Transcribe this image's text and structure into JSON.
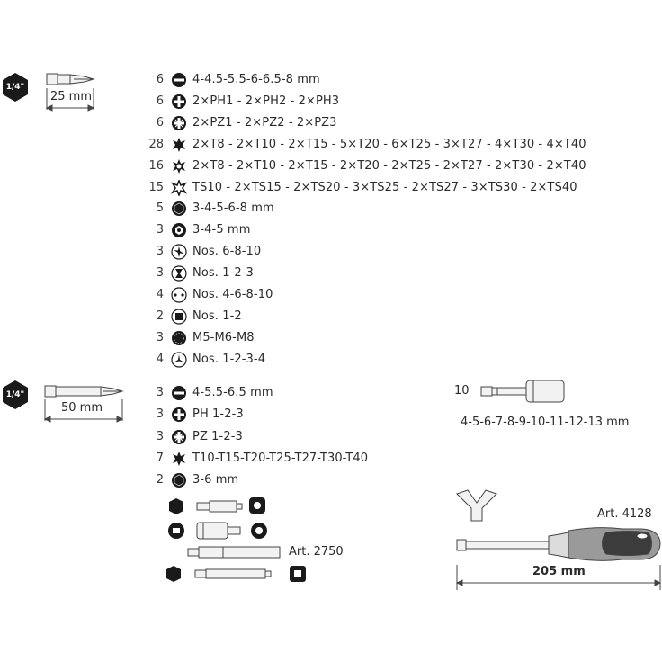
{
  "set1": {
    "drive_label": "1/4\"",
    "length_label": "25 mm",
    "rows": [
      {
        "count": "6",
        "icon": "slotted-icon",
        "desc": "4-4.5-5.5-6-6.5-8 mm"
      },
      {
        "count": "6",
        "icon": "phillips-icon",
        "desc": "2×PH1 - 2×PH2 - 2×PH3"
      },
      {
        "count": "6",
        "icon": "pozidriv-icon",
        "desc": "2×PZ1 - 2×PZ2 - 2×PZ3"
      },
      {
        "count": "28",
        "icon": "torx-icon",
        "desc": "2×T8 - 2×T10 - 2×T15 - 5×T20 - 6×T25 - 3×T27 - 4×T30 - 4×T40"
      },
      {
        "count": "16",
        "icon": "torx-tamper-icon",
        "desc": "2×T8 - 2×T10 - 2×T15 - 2×T20 - 2×T25 - 2×T27 - 2×T30 - 2×T40"
      },
      {
        "count": "15",
        "icon": "torx-plus-icon",
        "desc": "TS10 - 2×TS15 - 2×TS20 - 3×TS25 - 2×TS27 - 3×TS30 - 2×TS40"
      },
      {
        "count": "5",
        "icon": "hex-icon",
        "desc": "3-4-5-6-8 mm"
      },
      {
        "count": "3",
        "icon": "hex-tamper-icon",
        "desc": "3-4-5 mm"
      },
      {
        "count": "3",
        "icon": "clutch-icon",
        "desc": "Nos. 6-8-10"
      },
      {
        "count": "3",
        "icon": "tri-wing-bowtie-icon",
        "desc": "Nos. 1-2-3"
      },
      {
        "count": "4",
        "icon": "spanner-icon",
        "desc": "Nos. 4-6-8-10"
      },
      {
        "count": "2",
        "icon": "square-icon",
        "desc": "Nos. 1-2"
      },
      {
        "count": "3",
        "icon": "xzn-icon",
        "desc": "M5-M6-M8"
      },
      {
        "count": "4",
        "icon": "tri-wing-icon",
        "desc": "Nos. 1-2-3-4"
      }
    ]
  },
  "set2": {
    "drive_label": "1/4\"",
    "length_label": "50 mm",
    "rows": [
      {
        "count": "3",
        "icon": "slotted-icon",
        "desc": "4-5.5-6.5 mm"
      },
      {
        "count": "3",
        "icon": "phillips-icon",
        "desc": "PH 1-2-3"
      },
      {
        "count": "3",
        "icon": "pozidriv-icon",
        "desc": "PZ 1-2-3"
      },
      {
        "count": "7",
        "icon": "torx-icon",
        "desc": "T10-T15-T20-T25-T27-T30-T40"
      },
      {
        "count": "2",
        "icon": "hex-icon",
        "desc": "3-6 mm"
      }
    ]
  },
  "accessories": {
    "art_label": "Art. 2750"
  },
  "nut_setters": {
    "count": "10",
    "sizes": "4-5-6-7-8-9-10-11-12-13 mm"
  },
  "screwdriver": {
    "art_label": "Art. 4128",
    "length_label": "205 mm"
  }
}
